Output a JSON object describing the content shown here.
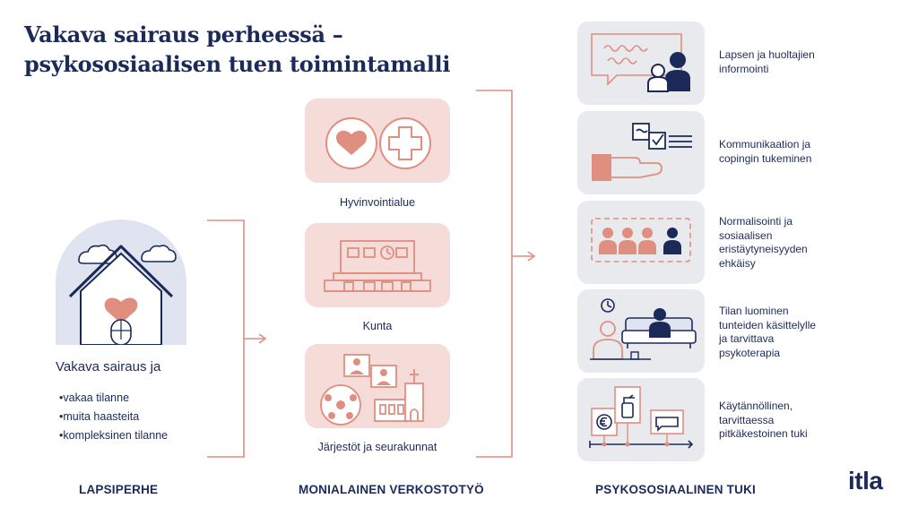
{
  "title": {
    "line1": "Vakava sairaus perheessä –",
    "line2": "psykososiaalisen tuen toimintamalli"
  },
  "family": {
    "heading": "Vakava sairaus ja",
    "bullets": [
      "•vakaa tilanne",
      "•muita haasteita",
      "•kompleksinen tilanne"
    ],
    "icon": "house-heart-icon"
  },
  "network": {
    "items": [
      {
        "label": "Hyvinvointialue",
        "icon": "heart-and-cross-icon"
      },
      {
        "label": "Kunta",
        "icon": "municipal-building-icon"
      },
      {
        "label": "Järjestöt ja seurakunnat",
        "icon": "organizations-church-icon"
      }
    ]
  },
  "support": {
    "items": [
      {
        "lines": [
          "Lapsen ja huoltajien",
          "informointi"
        ],
        "icon": "presentation-board-icon"
      },
      {
        "lines": [
          "Kommunikaation  ja",
          "copingin tukeminen"
        ],
        "icon": "hand-checklist-icon"
      },
      {
        "lines": [
          "Normalisointi ja",
          "sosiaalisen",
          "eristäytyneisyyden",
          "ehkäisy"
        ],
        "icon": "peer-group-icon"
      },
      {
        "lines": [
          "Tilan luominen",
          "tunteiden käsittelylle",
          "ja tarvittava",
          "psykoterapia"
        ],
        "icon": "therapy-session-icon"
      },
      {
        "lines": [
          "Käytännöllinen,",
          "tarvittaessa",
          "pitkäkestoinen tuki"
        ],
        "icon": "practical-support-icon"
      }
    ]
  },
  "section_labels": {
    "family": "LAPSIPERHE",
    "network": "MONIALAINEN VERKOSTOTYÖ",
    "support": "PSYKOSOSIAALINEN TUKI"
  },
  "logo": "itla",
  "colors": {
    "navy": "#1c2a5a",
    "salmon": "#e08e80",
    "pink_card": "#f6dcd8",
    "grey_card": "#e9eaee",
    "house_bg": "#dfe4f0"
  }
}
